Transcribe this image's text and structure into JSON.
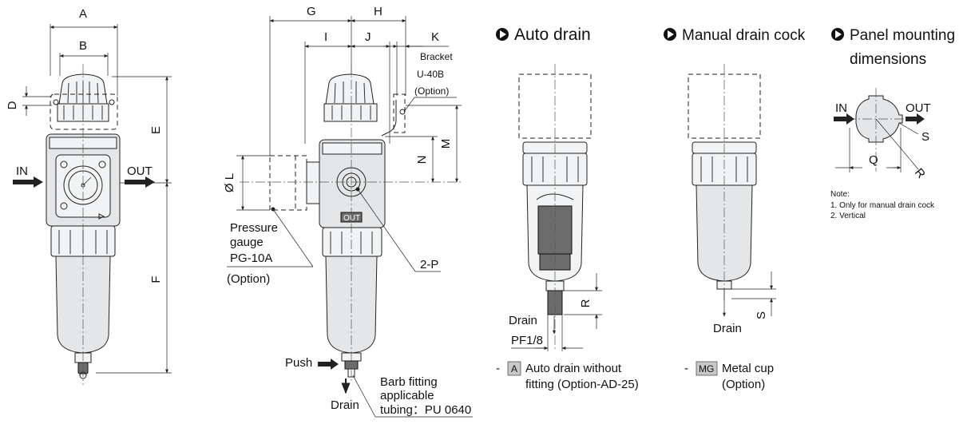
{
  "fig1": {
    "dims": {
      "A": "A",
      "B": "B",
      "D": "D",
      "E": "E",
      "F": "F"
    },
    "in_label": "IN",
    "out_label": "OUT"
  },
  "fig2": {
    "dims": {
      "G": "G",
      "H": "H",
      "I": "I",
      "J": "J",
      "K": "K",
      "L": "Ø L",
      "M": "M",
      "N": "N"
    },
    "bracket": "Bracket",
    "bracket_model": "U-40B",
    "bracket_option": "(Option)",
    "gauge_line1": "Pressure",
    "gauge_line2": "gauge",
    "gauge_model": "PG-10A",
    "gauge_option": "(Option)",
    "port_label": "2-P",
    "out_marking": "OUT",
    "push": "Push",
    "drain": "Drain",
    "barb1": "Barb fitting",
    "barb2": "applicable",
    "barb3": "tubing：PU 0640"
  },
  "auto": {
    "title": "Auto drain",
    "r_dim": "R",
    "drain": "Drain",
    "pf": "PF1/8",
    "code": "A",
    "note1": "Auto drain without",
    "note2": "fitting (Option-AD-25)",
    "dash": "-"
  },
  "manual": {
    "title": "Manual drain cock",
    "s_dim": "S",
    "drain": "Drain",
    "code": "MG",
    "note1": "Metal cup",
    "note2": "(Option)",
    "dash": "-"
  },
  "panel": {
    "title1": "Panel mounting",
    "title2": "dimensions",
    "in_label": "IN",
    "out_label": "OUT",
    "s_dim": "S",
    "q_dim": "Q",
    "r_dim": "R",
    "note_title": "Note:",
    "note_1": "1. Only for manual drain cock",
    "note_2": "2. Vertical"
  }
}
